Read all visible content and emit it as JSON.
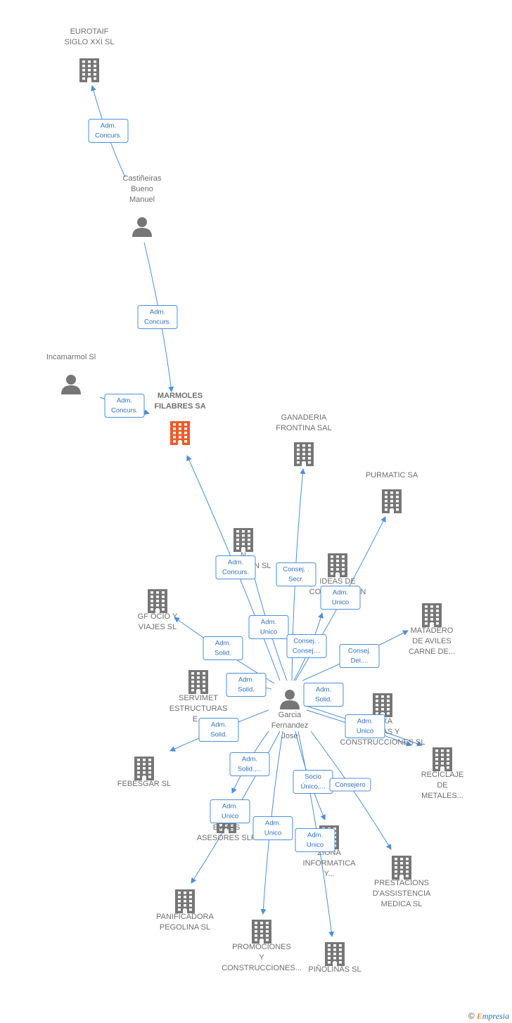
{
  "colors": {
    "edge": "#4a8fdc",
    "node": "#767676",
    "focus": "#f05a28",
    "label": "#6f6f6f"
  },
  "nodes": [
    {
      "id": "eurotaif",
      "kind": "company",
      "lines": [
        "EUROTAIF",
        "SIGLO XXI SL"
      ]
    },
    {
      "id": "castineiras",
      "kind": "person",
      "lines": [
        "Castiñeiras",
        "Bueno",
        "Manuel"
      ]
    },
    {
      "id": "incamarmol",
      "kind": "person",
      "lines": [
        "Incamarmol Sl"
      ]
    },
    {
      "id": "marmoles",
      "kind": "company",
      "focus": true,
      "lines": [
        "MARMOLES",
        "FILABRES SA"
      ]
    },
    {
      "id": "ganaderia",
      "kind": "company",
      "lines": [
        "GANADERIA",
        "FRONTINA SAL"
      ]
    },
    {
      "id": "purmatic",
      "kind": "company",
      "lines": [
        "PURMATIC SA"
      ]
    },
    {
      "id": "repcon",
      "kind": "company",
      "lines": [
        "N",
        "RE          ON SL"
      ]
    },
    {
      "id": "ideas",
      "kind": "company",
      "lines": [
        "IDEAS DE",
        "COMU          ON",
        "MA"
      ]
    },
    {
      "id": "gfocio",
      "kind": "company",
      "lines": [
        "GF OCIO Y",
        "VIAJES SL"
      ]
    },
    {
      "id": "matadero",
      "kind": "company",
      "lines": [
        "MATADERO",
        "DE AVILES",
        "CARNE DE..."
      ]
    },
    {
      "id": "servimet",
      "kind": "company",
      "lines": [
        "SERVIMET",
        "ESTRUCTURAS",
        "E..."
      ]
    },
    {
      "id": "garcia",
      "kind": "person",
      "lines": [
        "Garcia",
        "Fernandez",
        "Jose"
      ]
    },
    {
      "id": "lexa",
      "kind": "company",
      "lines": [
        "LEXA",
        "        AS Y",
        "CONSTRUCCIONES SL"
      ]
    },
    {
      "id": "febesgar",
      "kind": "company",
      "lines": [
        "FEBESGAR SL"
      ]
    },
    {
      "id": "reciclaje",
      "kind": "company",
      "lines": [
        "RECICLAJE",
        "DE",
        "METALES..."
      ]
    },
    {
      "id": "evros",
      "kind": "company",
      "lines": [
        "EVROS",
        "ASESORES SLP"
      ]
    },
    {
      "id": "ziona",
      "kind": "company",
      "lines": [
        "ZIONA",
        "INFORMATICA",
        "Y..."
      ]
    },
    {
      "id": "prestacions",
      "kind": "company",
      "lines": [
        "PRESTACIONS",
        "D'ASSISTENCIA",
        "MEDICA SL"
      ]
    },
    {
      "id": "panificadora",
      "kind": "company",
      "lines": [
        "PANIFICADORA",
        "PEGOLINA SL"
      ]
    },
    {
      "id": "promociones",
      "kind": "company",
      "lines": [
        "PROMOCIONES",
        "Y",
        "CONSTRUCCIONES..."
      ]
    },
    {
      "id": "pinolinas",
      "kind": "company",
      "lines": [
        "PIÑOLINAS SL"
      ]
    }
  ],
  "edges": [
    {
      "from": "castineiras",
      "to": "eurotaif",
      "label": [
        "Adm.",
        "Concurs."
      ]
    },
    {
      "from": "castineiras",
      "to": "marmoles",
      "label": [
        "Adm.",
        "Concurs."
      ]
    },
    {
      "from": "incamarmol",
      "to": "marmoles",
      "label": [
        "Adm.",
        "Concurs."
      ]
    },
    {
      "from": "garcia",
      "to": "marmoles",
      "label": [
        "Adm.",
        "Concurs."
      ]
    },
    {
      "from": "garcia",
      "to": "ganaderia",
      "label": [
        "Consej. .",
        "Secr."
      ]
    },
    {
      "from": "garcia",
      "to": "purmatic",
      "label": [
        "Adm.",
        "Unico"
      ]
    },
    {
      "from": "garcia",
      "to": "repcon",
      "label": [
        "Adm.",
        "Unico"
      ]
    },
    {
      "from": "garcia",
      "to": "ideas",
      "label": [
        "Consej. .",
        "Consej...."
      ]
    },
    {
      "from": "garcia",
      "to": "gfocio",
      "label": [
        "Adm.",
        "Solid."
      ]
    },
    {
      "from": "garcia",
      "to": "matadero",
      "label": [
        "Consej.",
        "Del...."
      ]
    },
    {
      "from": "garcia",
      "to": "servimet",
      "label": [
        "Adm.",
        "Solid."
      ]
    },
    {
      "from": "garcia",
      "to": "lexa",
      "label": [
        "Adm.",
        "Solid."
      ]
    },
    {
      "from": "garcia",
      "to": "febesgar",
      "label": [
        "Adm.",
        "Solid."
      ]
    },
    {
      "from": "garcia",
      "to": "reciclaje",
      "label": [
        "Adm.",
        "Unico"
      ]
    },
    {
      "from": "garcia",
      "to": "evros",
      "label": [
        "Adm.",
        "Solid.,..."
      ]
    },
    {
      "from": "garcia",
      "to": "panificadora",
      "label": [
        "Adm.",
        "Unico"
      ]
    },
    {
      "from": "garcia",
      "to": "ziona",
      "label": [
        "Socio",
        "Único,..."
      ]
    },
    {
      "from": "garcia",
      "to": "prestacions",
      "label": [
        "Consejero"
      ]
    },
    {
      "from": "garcia",
      "to": "promociones",
      "label": [
        "Adm.",
        "Unico"
      ]
    },
    {
      "from": "garcia",
      "to": "pinolinas",
      "label": [
        "Adm.",
        "Unico"
      ]
    }
  ],
  "footer": {
    "copyright": "©",
    "brand_initial": "E",
    "brand_rest": "mpresia"
  }
}
